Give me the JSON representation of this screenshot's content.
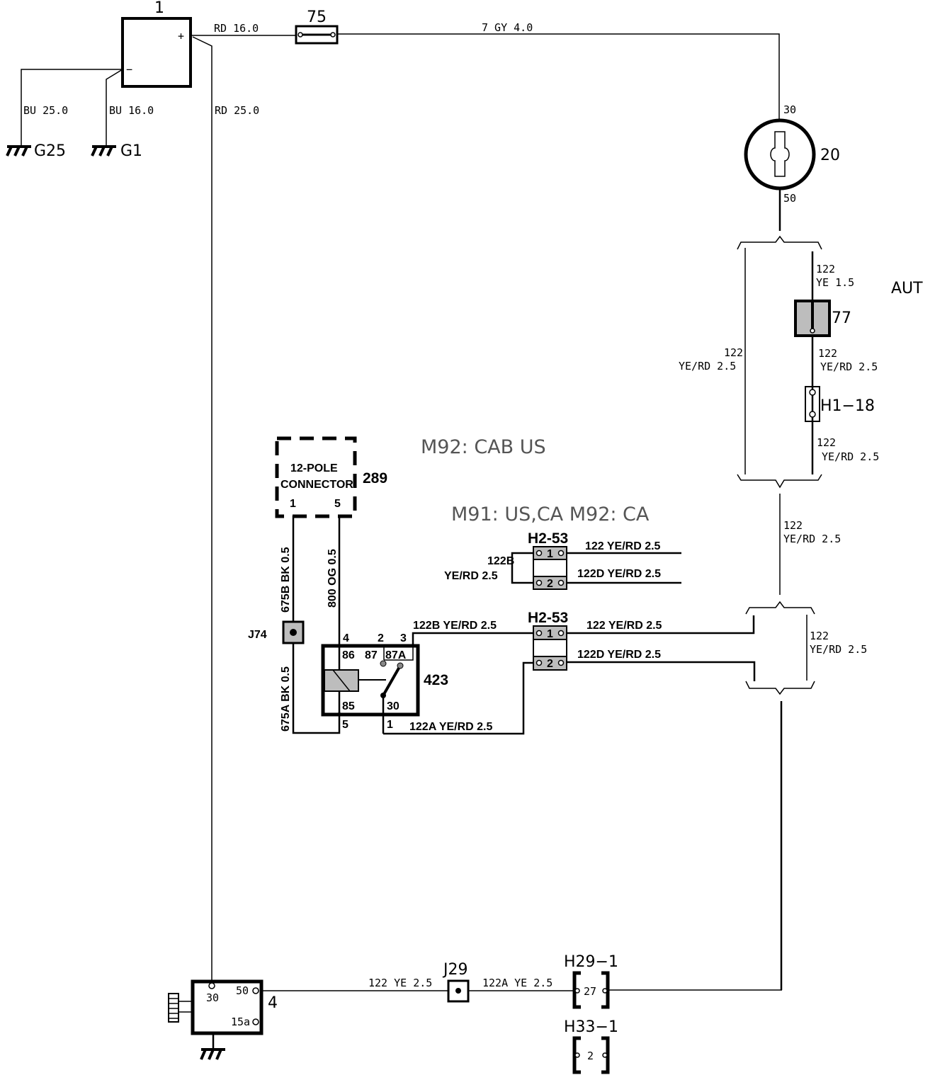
{
  "components": {
    "battery": {
      "id": "1",
      "plus": "+",
      "minus": "−"
    },
    "fuse_75": {
      "id": "75"
    },
    "ignition_switch": {
      "id": "20",
      "pin_in": "30",
      "pin_out": "50"
    },
    "fuse_77": {
      "id": "77"
    },
    "connector_h1_18": {
      "id": "H1−18"
    },
    "aut_label": "AUT",
    "connector_289": {
      "id": "289",
      "line1": "12-POLE",
      "line2": "CONNECTOR",
      "pin_a": "1",
      "pin_b": "5"
    },
    "splice_j74": {
      "id": "J74"
    },
    "relay_423": {
      "id": "423",
      "pins_top": [
        "4",
        "2",
        "3"
      ],
      "pins_inner": [
        "86",
        "87",
        "87A",
        "85",
        "30"
      ],
      "pins_bottom": [
        "5",
        "1"
      ]
    },
    "h2_53_upper": {
      "id": "H2-53",
      "pin1": "1",
      "pin2": "2"
    },
    "h2_53_lower": {
      "id": "H2-53",
      "pin1": "1",
      "pin2": "2"
    },
    "starter": {
      "id": "4",
      "pin_30": "30",
      "pin_50": "50",
      "pin_15a": "15a"
    },
    "splice_j29": {
      "id": "J29"
    },
    "connector_h29_1": {
      "id": "H29−1",
      "pin": "27"
    },
    "connector_h33_1": {
      "id": "H33−1",
      "pin": "2"
    },
    "grounds": {
      "g25": "G25",
      "g1": "G1"
    }
  },
  "options": {
    "m92_cab_us": "M92: CAB  US",
    "m91_m92": "M91: US,CA  M92: CA"
  },
  "wires": {
    "rd16": "RD 16.0",
    "gy7": "7 GY 4.0",
    "bu25": "BU 25.0",
    "bu16": "BU 16.0",
    "rd25": "RD 25.0",
    "w122_ye15_a": "122",
    "w122_ye15_b": "YE 1.5",
    "w122_left_a": "122",
    "w122_left_b": "YE/RD 2.5",
    "w122_mid_a": "122",
    "w122_mid_b": "YE/RD 2.5",
    "w122_low_a": "122",
    "w122_low_b": "YE/RD 2.5",
    "w122_trunk_a": "122",
    "w122_trunk_b": "YE/RD 2.5",
    "w122_br2_a": "122",
    "w122_br2_b": "YE/RD 2.5",
    "w675b": "675B BK 0.5",
    "w675a": "675A BK 0.5",
    "w800": "800 OG 0.5",
    "w122b_up_a": "122B",
    "w122b_up_b": "YE/RD 2.5",
    "w122_up": "122 YE/RD 2.5",
    "w122d_up": "122D YE/RD 2.5",
    "w122b_low": "122B YE/RD 2.5",
    "w122_low": "122 YE/RD 2.5",
    "w122d_low": "122D YE/RD 2.5",
    "w122a_relay": "122A YE/RD 2.5",
    "w122_ye25": "122  YE  2.5",
    "w122a_ye25": "122A  YE  2.5"
  }
}
